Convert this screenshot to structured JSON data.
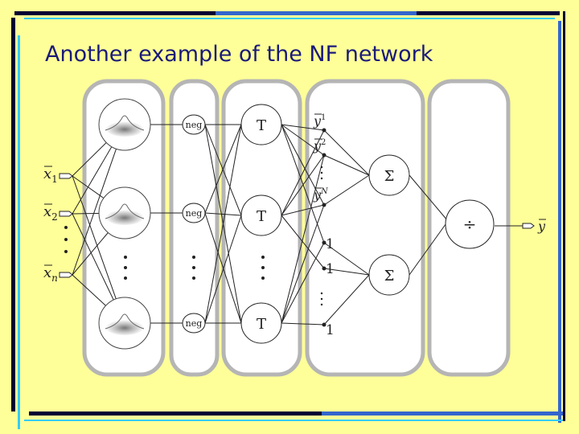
{
  "slide": {
    "title": "Another example of the NF network"
  },
  "colors": {
    "background": "#FFFF99",
    "title": "#1a1a7a",
    "layer_panel_fill": "#FFFFFF",
    "layer_panel_border": "#B5B5B5",
    "line": "#222222",
    "frame_dark": "#000033",
    "frame_blue": "#3366CC",
    "frame_cyan": "#33CCFF"
  },
  "diagram": {
    "inputs": [
      {
        "base": "x",
        "sub": "1"
      },
      {
        "base": "x",
        "sub": "2"
      },
      {
        "base": "x",
        "sub": "n"
      }
    ],
    "neg_label": "neg",
    "t_label": "T",
    "y_labels": [
      {
        "base": "y",
        "sup": "1"
      },
      {
        "base": "y",
        "sup": "2"
      },
      {
        "base": "y",
        "sup": "N"
      }
    ],
    "one_label": "1",
    "sum_label": "Σ",
    "divide_label": "÷",
    "output": {
      "base": "y"
    }
  }
}
